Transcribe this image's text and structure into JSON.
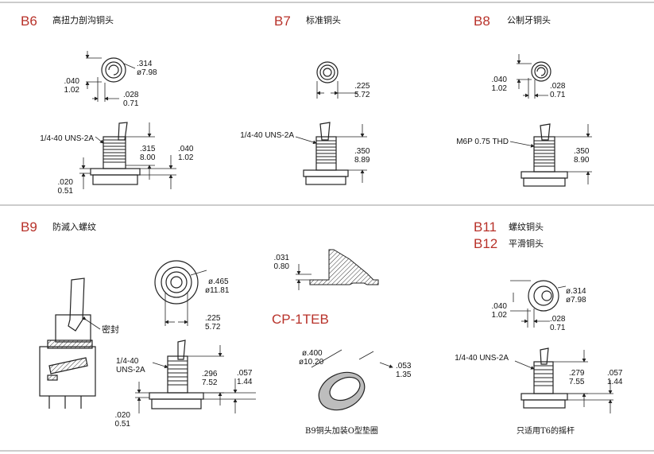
{
  "sections": {
    "b6": {
      "code": "B6",
      "title": "高扭力剖沟铜头",
      "dia": [
        ".314",
        "ø7.98"
      ],
      "d1": [
        ".040",
        "1.02"
      ],
      "d2": [
        ".028",
        "0.71"
      ],
      "thread": "1/4-40 UNS-2A",
      "len": [
        ".315",
        "8.00"
      ],
      "wall": [
        ".040",
        "1.02"
      ],
      "base": [
        ".020",
        "0.51"
      ]
    },
    "b7": {
      "code": "B7",
      "title": "标准铜头",
      "dia": [
        ".225",
        "5.72"
      ],
      "thread": "1/4-40 UNS-2A",
      "len": [
        ".350",
        "8.89"
      ]
    },
    "b8": {
      "code": "B8",
      "title": "公制牙铜头",
      "d1": [
        ".040",
        "1.02"
      ],
      "d2": [
        ".028",
        "0.71"
      ],
      "thread": "M6P 0.75 THD",
      "len": [
        ".350",
        "8.90"
      ]
    },
    "b9": {
      "code": "B9",
      "title": "防滅入螺纹",
      "dia": [
        "ø.465",
        "ø11.81"
      ],
      "width": [
        ".225",
        "5.72"
      ],
      "seal": "密封",
      "thread": [
        "1/4-40",
        "UNS-2A"
      ],
      "len": [
        ".296",
        "7.52"
      ],
      "wall": [
        ".057",
        "1.44"
      ],
      "base": [
        ".020",
        "0.51"
      ]
    },
    "cp": {
      "code": "CP-1TEB",
      "step": [
        ".031",
        "0.80"
      ],
      "dia": [
        "ø.400",
        "ø10.20"
      ],
      "thk": [
        ".053",
        "1.35"
      ],
      "caption": "B9铜头加装O型垫圈"
    },
    "b11": {
      "code": "B11",
      "title": "螺纹铜头",
      "code2": "B12",
      "title2": "平滑铜头",
      "dia": [
        "ø.314",
        "ø7.98"
      ],
      "d1": [
        ".040",
        "1.02"
      ],
      "d2": [
        ".028",
        "0.71"
      ],
      "thread": "1/4-40 UNS-2A",
      "len": [
        ".279",
        "7.55"
      ],
      "wall": [
        ".057",
        "1.44"
      ],
      "caption": "只适用T6的摇杆"
    }
  },
  "colors": {
    "accent": "#b8322a",
    "line": "#222222",
    "frame": "#9a9a9a"
  }
}
